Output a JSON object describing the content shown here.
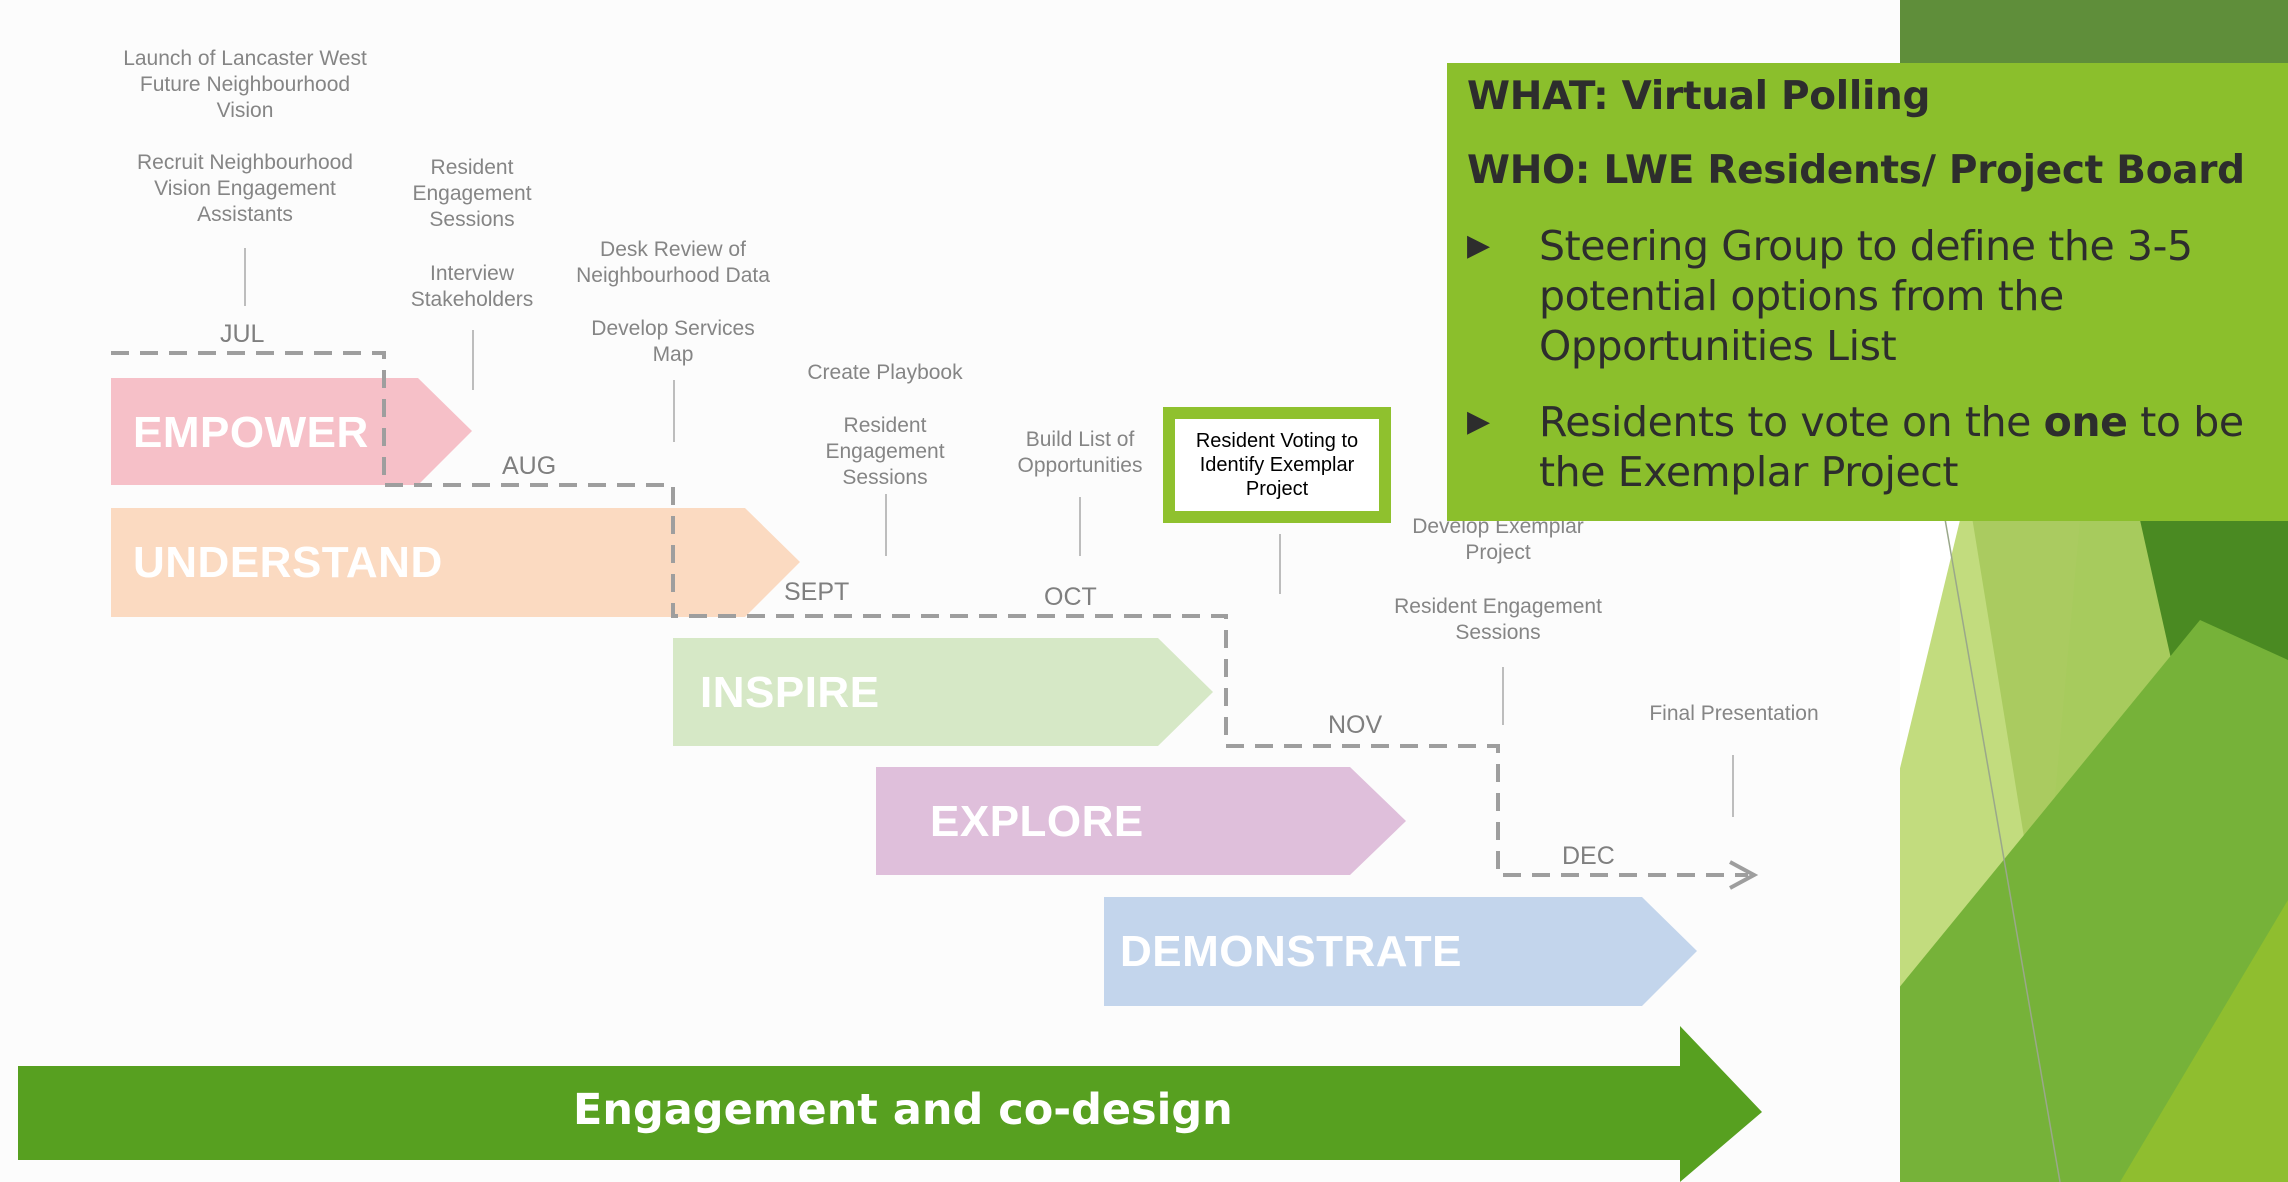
{
  "timeline": {
    "labels": {
      "launch": "Launch of Lancaster West\nFuture Neighbourhood\nVision",
      "recruit": "Recruit Neighbourhood\nVision Engagement\nAssistants",
      "resident_sessions_1": "Resident\nEngagement\nSessions",
      "interview": "Interview\nStakeholders",
      "desk_review": "Desk Review of\nNeighbourhood Data",
      "services_map": "Develop Services\nMap",
      "playbook": "Create Playbook",
      "resident_sessions_2": "Resident\nEngagement\nSessions",
      "build_list": "Build List of\nOpportunities",
      "resident_voting": "Resident Voting to\nIdentify Exemplar\nProject",
      "develop_exemplar": "Develop Exemplar\nProject",
      "resident_sessions_3": "Resident Engagement\nSessions",
      "final_presentation": "Final Presentation"
    },
    "months": [
      "JUL",
      "AUG",
      "SEPT",
      "OCT",
      "NOV",
      "DEC"
    ],
    "phases": [
      {
        "label": "EMPOWER",
        "color": "#f6c0c8"
      },
      {
        "label": "UNDERSTAND",
        "color": "#fbdac1"
      },
      {
        "label": "INSPIRE",
        "color": "#d6e8c6"
      },
      {
        "label": "EXPLORE",
        "color": "#dfbfdb"
      },
      {
        "label": "DEMONSTRATE",
        "color": "#c3d5ec"
      }
    ]
  },
  "info_box": {
    "what": "WHAT: Virtual Polling",
    "who": "WHO: LWE Residents/ Project Board",
    "bullet_1": "Steering Group to define the 3-5 potential options from the Opportunities List",
    "bullet_2_before": "Residents to vote on the ",
    "bullet_2_bold": "one",
    "bullet_2_after": " to be the Exemplar Project",
    "bullet_glyph": "▶"
  },
  "banner": {
    "label": "Engagement and co-design",
    "color": "#57a020"
  },
  "colors": {
    "accent_green": "#8bbf2c",
    "dark_green": "#3e7a1b",
    "light_green": "#c6e07c"
  }
}
